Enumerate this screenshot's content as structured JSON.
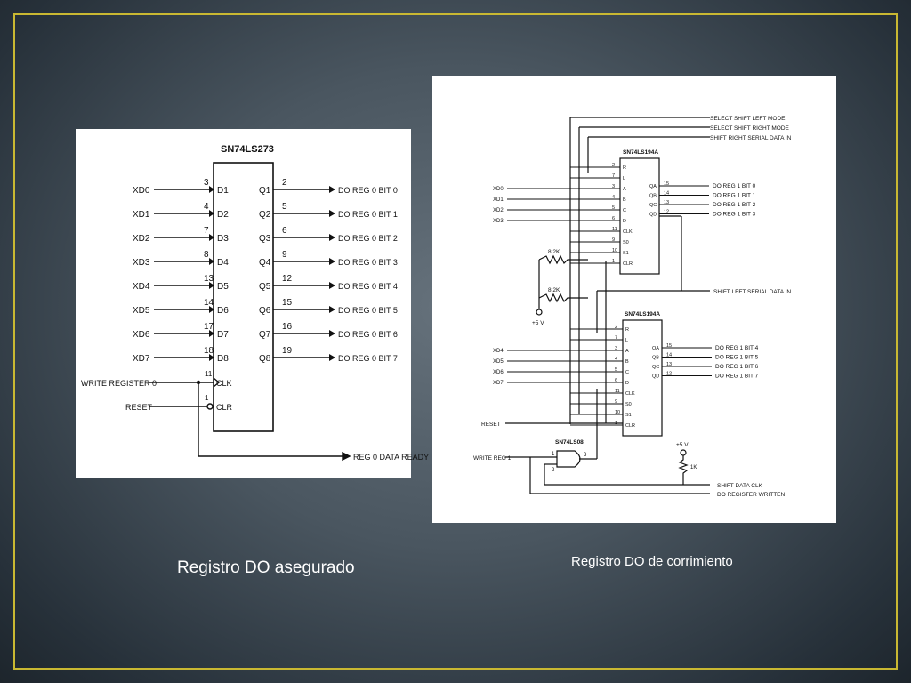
{
  "slide": {
    "caption_left": "Registro DO asegurado",
    "caption_right": "Registro DO de corrimiento",
    "border_color": "#c9b832"
  },
  "left_diagram": {
    "chip": "SN74LS273",
    "inputs": [
      "XD0",
      "XD1",
      "XD2",
      "XD3",
      "XD4",
      "XD5",
      "XD6",
      "XD7"
    ],
    "input_pins": [
      "3",
      "4",
      "7",
      "8",
      "13",
      "14",
      "17",
      "18"
    ],
    "d_labels": [
      "D1",
      "D2",
      "D3",
      "D4",
      "D5",
      "D6",
      "D7",
      "D8"
    ],
    "q_labels": [
      "Q1",
      "Q2",
      "Q3",
      "Q4",
      "Q5",
      "Q6",
      "Q7",
      "Q8"
    ],
    "output_pins": [
      "2",
      "5",
      "6",
      "9",
      "12",
      "15",
      "16",
      "19"
    ],
    "outputs": [
      "DO REG 0 BIT 0",
      "DO REG 0 BIT 1",
      "DO REG 0 BIT 2",
      "DO REG 0 BIT 3",
      "DO REG 0 BIT 4",
      "DO REG 0 BIT 5",
      "DO REG 0 BIT 6",
      "DO REG 0 BIT 7"
    ],
    "write_label": "WRITE REGISTER 0",
    "write_pin": "11",
    "clk_label": "CLK",
    "reset_label": "RESET",
    "reset_pin": "1",
    "clr_label": "CLR",
    "ready_label": "REG 0 DATA READY"
  },
  "right_diagram": {
    "select_lines": [
      "SELECT SHIFT LEFT MODE",
      "SELECT SHIFT RIGHT MODE",
      "SHIFT RIGHT SERIAL DATA IN"
    ],
    "chip_top": "SN74LS194A",
    "chip_bottom": "SN74LS194A",
    "top_inputs": [
      "XD0",
      "XD1",
      "XD2",
      "XD3"
    ],
    "bottom_inputs": [
      "XD4",
      "XD5",
      "XD6",
      "XD7"
    ],
    "top_left_pins": [
      "2",
      "7",
      "3",
      "4",
      "5",
      "6",
      "11",
      "9",
      "10",
      "1"
    ],
    "bottom_left_pins": [
      "2",
      "7",
      "3",
      "4",
      "5",
      "6",
      "11",
      "9",
      "10",
      "1"
    ],
    "left_pin_labels": [
      "R",
      "L",
      "A",
      "B",
      "C",
      "D",
      "CLK",
      "S0",
      "S1",
      "CLR"
    ],
    "out_pin_labels": [
      "QA",
      "QB",
      "QC",
      "QD"
    ],
    "out_pins": [
      "15",
      "14",
      "13",
      "12"
    ],
    "top_outputs": [
      "DO REG 1 BIT 0",
      "DO REG 1 BIT 1",
      "DO REG 1 BIT 2",
      "DO REG 1 BIT 3"
    ],
    "bottom_outputs": [
      "DO REG 1 BIT 4",
      "DO REG 1 BIT 5",
      "DO REG 1 BIT 6",
      "DO REG 1 BIT 7"
    ],
    "shift_left_label": "SHIFT LEFT SERIAL DATA IN",
    "resistor_top": "8.2K",
    "resistor_bottom": "8.2K",
    "vcc_left": "+5 V",
    "reset_label": "RESET",
    "gate_label": "SN74LS08",
    "gate_pin_1": "1",
    "gate_pin_2": "2",
    "gate_pin_3": "3",
    "write_label": "WRITE REG 1",
    "vcc_right": "+5 V",
    "resistor_right": "1K",
    "shift_clk_label": "SHIFT DATA CLK",
    "written_label": "DO REGISTER WRITTEN"
  }
}
